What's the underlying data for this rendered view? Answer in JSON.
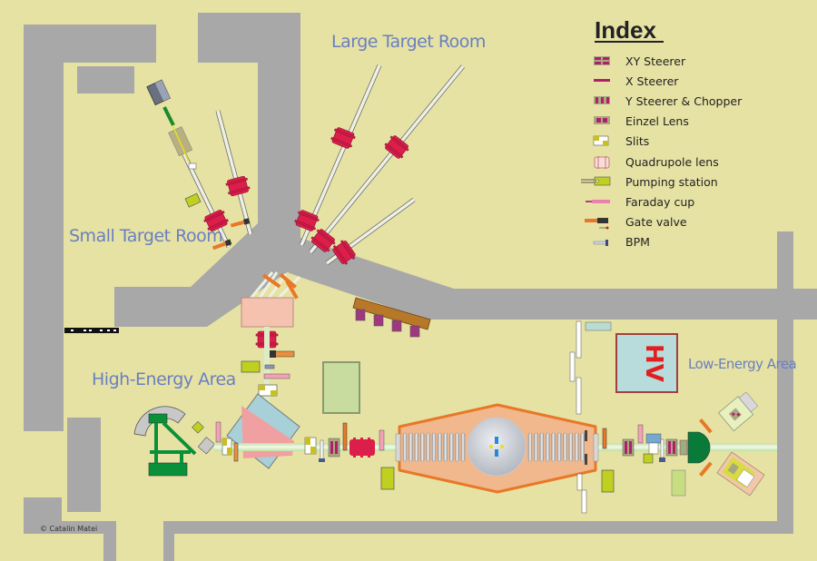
{
  "title": "Accelerator Beamline Floor Plan",
  "rooms": {
    "large_target": "Large Target Room",
    "small_target": "Small Target Room",
    "high_energy": "High-Energy Area",
    "low_energy": "Low-Energy Area"
  },
  "hv_label": "HV",
  "copyright": "© Catalin Matei",
  "index": {
    "title": "Index",
    "items": [
      {
        "label": "XY Steerer",
        "icon": "xy-steerer-icon"
      },
      {
        "label": "X Steerer",
        "icon": "x-steerer-icon"
      },
      {
        "label": "Y Steerer & Chopper",
        "icon": "y-steerer-chopper-icon"
      },
      {
        "label": "Einzel Lens",
        "icon": "einzel-lens-icon"
      },
      {
        "label": "Slits",
        "icon": "slits-icon"
      },
      {
        "label": "Quadrupole lens",
        "icon": "quadrupole-lens-icon"
      },
      {
        "label": "Pumping station",
        "icon": "pumping-station-icon"
      },
      {
        "label": "Faraday cup",
        "icon": "faraday-cup-icon"
      },
      {
        "label": "Gate valve",
        "icon": "gate-valve-icon"
      },
      {
        "label": "BPM",
        "icon": "bpm-icon"
      }
    ]
  },
  "colors": {
    "background": "#e6e2a4",
    "wall": "#a8a8a8",
    "label_blue": "#6a7fc0",
    "quadrupole": "#dc1e4a",
    "tandem_fill": "#f0b88c",
    "tandem_border": "#e87828",
    "hv_red": "#e02020",
    "magnet_green": "#0a9038"
  }
}
